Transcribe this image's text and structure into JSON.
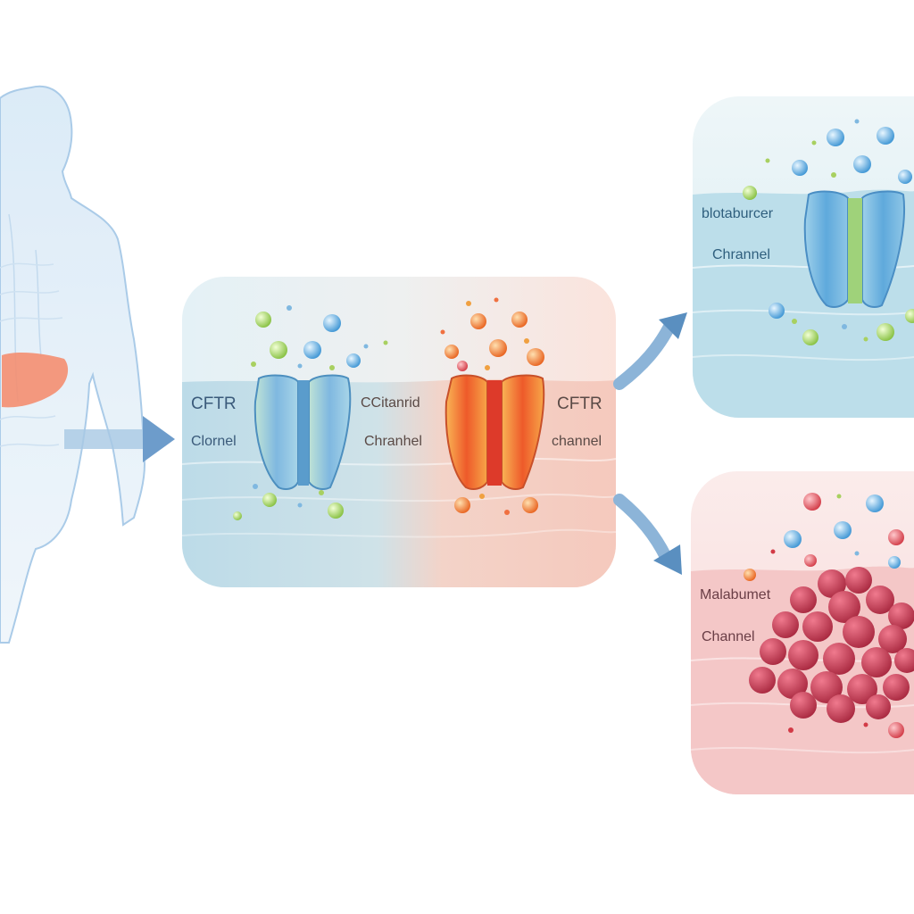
{
  "panels": {
    "center": {
      "normal_label_1": "CFTR",
      "normal_label_2": "Clornel",
      "mutant_label_1": "CCitanrid",
      "mutant_label_2": "Chranhel",
      "mutant_label_3": "CFTR",
      "mutant_label_4": "channel"
    },
    "top_right": {
      "label_1": "blotaburcer",
      "label_2": "Chrannel"
    },
    "bottom_right": {
      "label_1": "Malabumet",
      "label_2": "Channel"
    }
  },
  "colors": {
    "normal_channel": "#8cc8e0",
    "mutant_channel": "#f08a3a",
    "mucus": "#c0405a",
    "membrane_blue": "#cfe6f0",
    "membrane_pink": "#f6d2d2",
    "arrow": "#5a8fc0"
  },
  "icons": [
    "human-silhouette-icon",
    "organ-highlight-icon",
    "arrow-right-icon",
    "ion-particle-icon",
    "mucus-cluster-icon"
  ]
}
